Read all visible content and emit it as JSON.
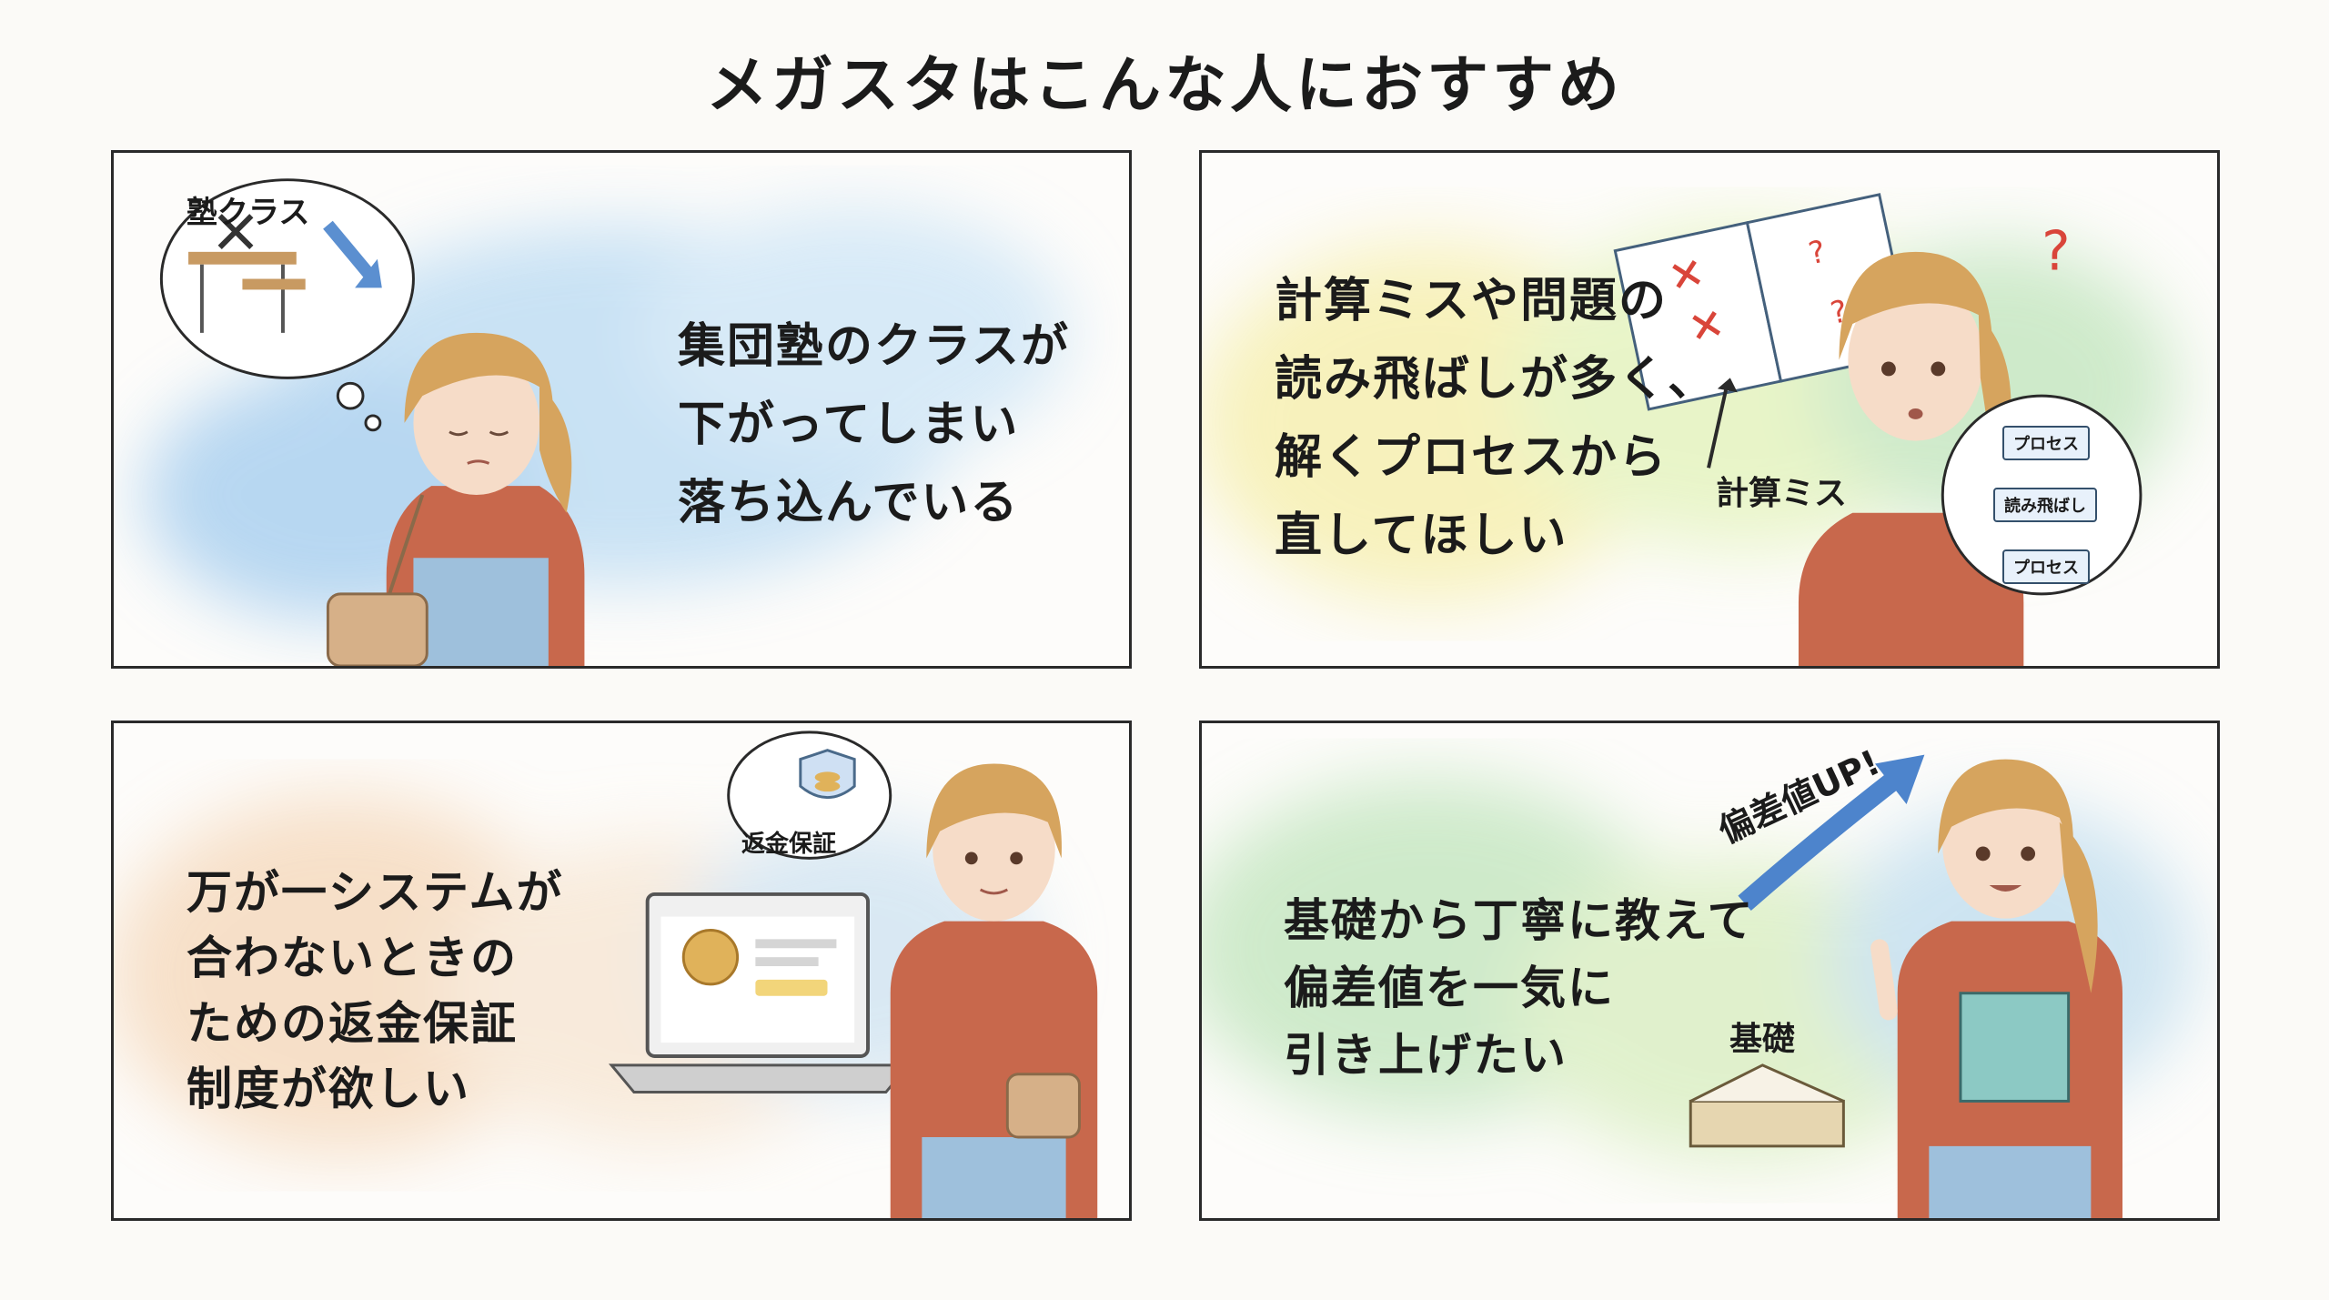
{
  "title": "メガスタはこんな人におすすめ",
  "panels": [
    {
      "text_lines": [
        "集団塾のクラスが",
        "下がってしまい",
        "落ち込んでいる"
      ],
      "bubble_label": "塾クラス",
      "accent": "#9fcdf0"
    },
    {
      "text_lines": [
        "計算ミスや問題の",
        "読み飛ばしが多く、",
        "解くプロセスから",
        "直してほしい"
      ],
      "note_label": "計算ミス",
      "flow": [
        "プロセス",
        "読み飛ばし",
        "プロセス"
      ],
      "accent": "#f3e98a"
    },
    {
      "text_lines": [
        "万が一システムが",
        "合わないときの",
        "ための返金保証",
        "制度が欲しい"
      ],
      "bubble_label": "返金保証",
      "accent": "#f2c9a0"
    },
    {
      "text_lines": [
        "基礎から丁寧に教えて",
        "偏差値を一気に",
        "引き上げたい"
      ],
      "arrow_label": "偏差値UP!",
      "book_label": "基礎",
      "accent": "#a9dca4"
    }
  ],
  "colors": {
    "shirt": "#c8684c",
    "hair": "#d6a45e",
    "skin": "#f6dcc8",
    "jeans": "#9ec0dc",
    "bag": "#d6b088",
    "mistake": "#d9453a"
  }
}
